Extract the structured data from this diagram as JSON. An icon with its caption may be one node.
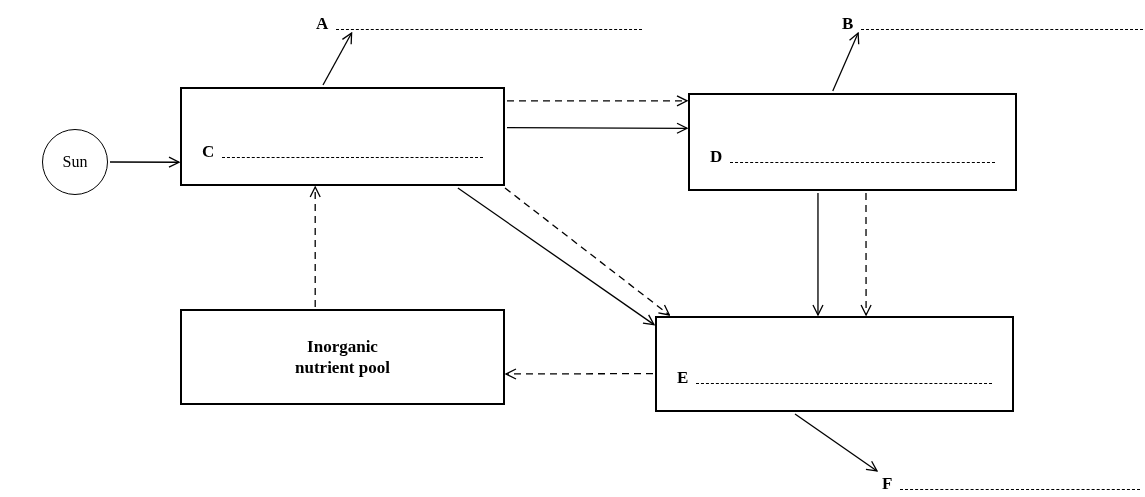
{
  "diagram": {
    "nodes": [
      {
        "text": [
          "Sun"
        ]
      },
      {
        "text": [
          "C"
        ]
      },
      {
        "text": [
          "D"
        ]
      },
      {
        "text": [
          "Inorganic nutrient pool"
        ]
      },
      {
        "text": [
          "E"
        ]
      },
      {
        "text": [
          "A"
        ]
      },
      {
        "text": [
          "B"
        ]
      },
      {
        "text": [
          "F"
        ]
      }
    ],
    "edges": [
      {
        "from": 0,
        "to": 1,
        "arrow": "to"
      },
      {
        "from": 1,
        "to": 5,
        "arrow": "to"
      },
      {
        "from": 2,
        "to": 6,
        "arrow": "to"
      },
      {
        "from": 1,
        "to": 2,
        "arrow": "to",
        "style": "dashed"
      },
      {
        "from": 1,
        "to": 2,
        "arrow": "to"
      },
      {
        "from": 1,
        "to": 4,
        "arrow": "to"
      },
      {
        "from": 1,
        "to": 4,
        "arrow": "to",
        "style": "dashed"
      },
      {
        "from": 2,
        "to": 4,
        "arrow": "to"
      },
      {
        "from": 2,
        "to": 4,
        "arrow": "to",
        "style": "dashed"
      },
      {
        "from": 4,
        "to": 3,
        "arrow": "to",
        "style": "dashed"
      },
      {
        "from": 3,
        "to": 1,
        "arrow": "to",
        "style": "dashed"
      },
      {
        "from": 4,
        "to": 7,
        "arrow": "to"
      }
    ]
  }
}
